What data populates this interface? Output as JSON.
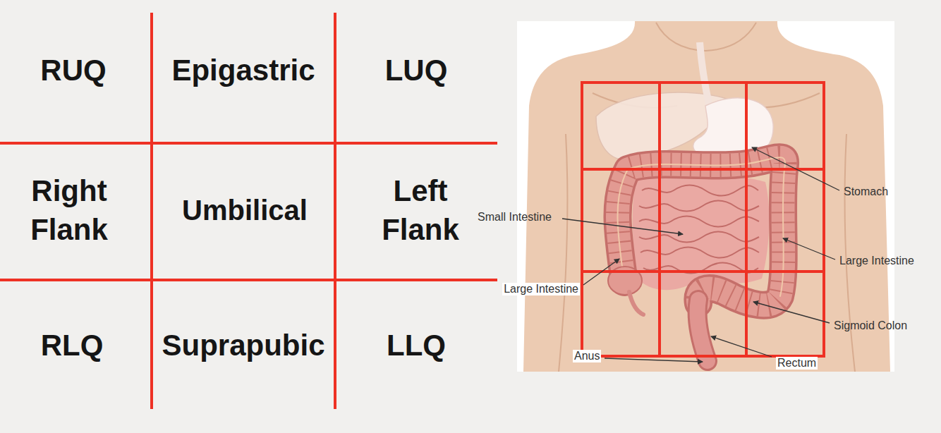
{
  "diagram": {
    "labels": [
      "RUQ",
      "Epigastric",
      "LUQ",
      "Right Flank",
      "Umbilical",
      "Left Flank",
      "RLQ",
      "Suprapubic",
      "LLQ",
      "Stomach",
      "Small Intestine",
      "Large Intestine",
      "Large Intestine",
      "Sigmoid Colon",
      "Anus",
      "Rectum"
    ]
  }
}
